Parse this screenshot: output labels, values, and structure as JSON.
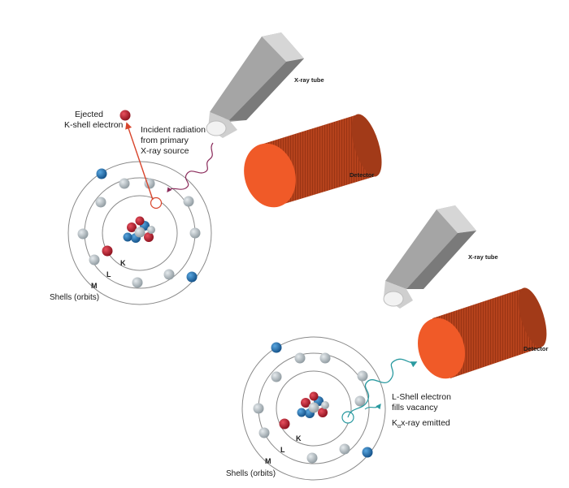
{
  "colors": {
    "electron_grey": "#b5bec3",
    "electron_blue": "#1f6fb3",
    "electron_red": "#c0182a",
    "detector_body": "#b5421c",
    "detector_face": "#f05a28",
    "tube_body": "#8f8f8f",
    "incident_wave": "#8a2a5a",
    "ejection_arrow": "#d8452c",
    "fluorescence_wave": "#2a9aa0",
    "shell_line": "#8a8a8a"
  },
  "panel_top": {
    "xray_tube_label": "X-ray tube",
    "detector_label": "Detector",
    "ejected_label": [
      "Ejected",
      "K-shell electron"
    ],
    "incident_label": [
      "Incident radiation",
      "from primary",
      "X-ray source"
    ],
    "shell_k": "K",
    "shell_l": "L",
    "shell_m": "M",
    "shells_label": "Shells (orbits)"
  },
  "panel_bottom": {
    "xray_tube_label": "X-ray tube",
    "detector_label": "Detector",
    "fill_label": [
      "L-Shell electron",
      "fills vacancy"
    ],
    "emit_prefix": "K",
    "emit_sub": "α",
    "emit_suffix": "x-ray emitted",
    "shell_k": "K",
    "shell_l": "L",
    "shell_m": "M",
    "shells_label": "Shells (orbits)"
  }
}
